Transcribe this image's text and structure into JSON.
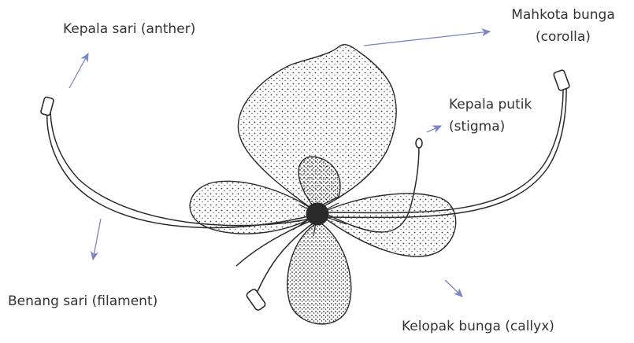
{
  "labels": {
    "anther": "Kepala sari (anther)",
    "corolla_line1": "Mahkota bunga",
    "corolla_line2": "(corolla)",
    "stigma_line1": "Kepala putik",
    "stigma_line2": "(stigma)",
    "filament": "Benang sari (filament)",
    "calyx": "Kelopak bunga (callyx)"
  },
  "colors": {
    "text": "#333333",
    "arrow": "#7a86c8",
    "ink": "#2a2a2a"
  }
}
